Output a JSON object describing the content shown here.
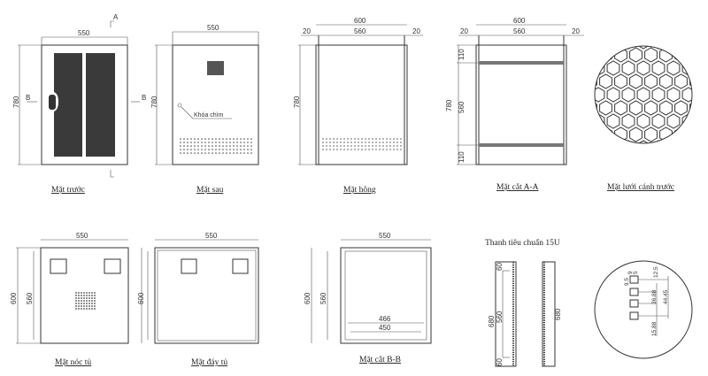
{
  "views": {
    "front": {
      "caption": "Mặt trước",
      "width": "550",
      "height": "780",
      "section_b": "B",
      "section_a": "A"
    },
    "back": {
      "caption": "Mặt sau",
      "width": "550",
      "height": "780",
      "lock_label": "Khóa chìm"
    },
    "side": {
      "caption": "Mặt hông",
      "total": "600",
      "left": "20",
      "mid": "560",
      "right": "20",
      "height": "780"
    },
    "section_aa": {
      "caption": "Mặt cắt A-A",
      "total": "600",
      "left": "20",
      "mid": "560",
      "right": "20",
      "height": "780",
      "top": "110",
      "middle": "560",
      "bottom": "110"
    },
    "mesh": {
      "caption": "Mặt lưới cánh trước"
    },
    "top": {
      "caption": "Mặt nóc tủ",
      "width": "550",
      "depth": "600",
      "inner": "560"
    },
    "bottom": {
      "caption": "Mặt đáy tủ",
      "width": "550",
      "depth": "600"
    },
    "section_bb": {
      "caption": "Mặt cắt B-B",
      "width": "550",
      "depth": "600",
      "inner": "560",
      "d1": "466",
      "d2": "450"
    },
    "rail": {
      "title": "Thanh tiêu chuẩn 15U",
      "total": "680",
      "top": "60",
      "mid": "560",
      "bottom": "60",
      "total2": "680",
      "detail": {
        "a": "9",
        "b": "5",
        "c": "12.5",
        "d": "9.5",
        "e": "36.88",
        "f": "44.45",
        "g": "15.88"
      }
    }
  }
}
